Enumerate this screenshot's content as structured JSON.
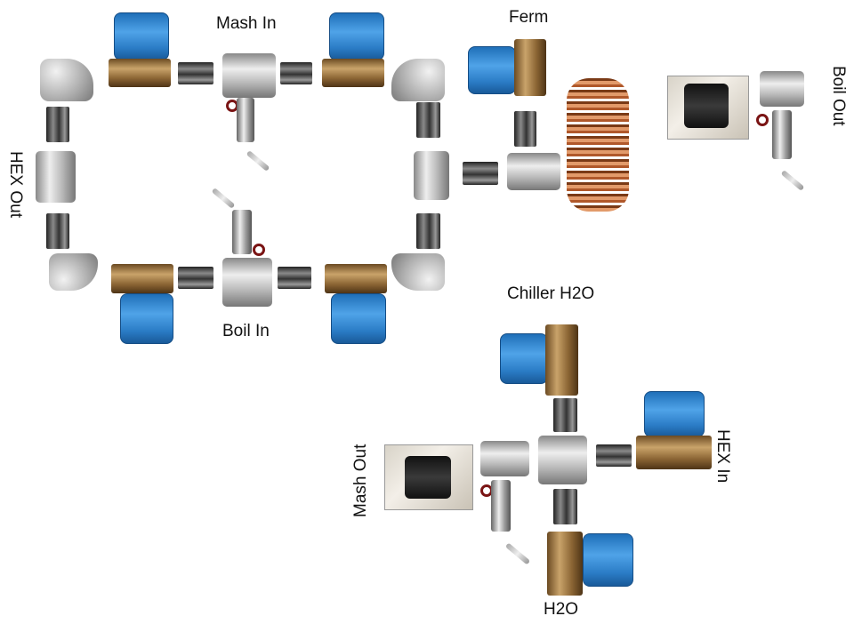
{
  "labels": {
    "mash_in": "Mash In",
    "ferm": "Ferm",
    "boil_out": "Boil Out",
    "hex_out": "HEX Out",
    "boil_in": "Boil In",
    "chiller_h2o": "Chiller H2O",
    "mash_out": "Mash Out",
    "hex_in": "HEX In",
    "h2o": "H2O"
  }
}
